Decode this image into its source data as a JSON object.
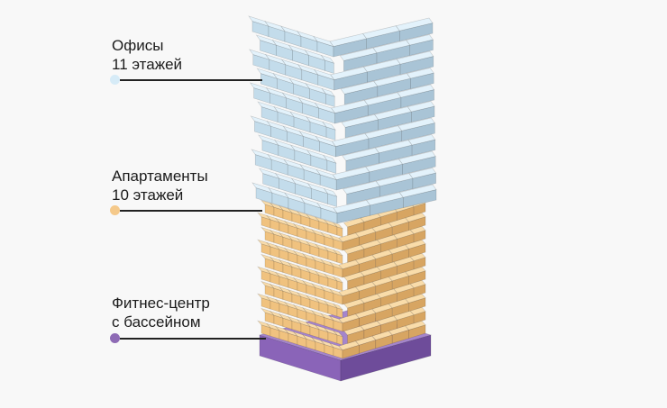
{
  "sections": [
    {
      "line1": "Офисы",
      "line2": "11 этажей",
      "color": "#d6ebf7",
      "floors": 11
    },
    {
      "line1": "Апартаменты",
      "line2": "10 этажей",
      "color": "#f5c98a",
      "floors": 10
    },
    {
      "line1": "Фитнес-центр",
      "line2": "с бассейном",
      "color": "#8e6bb5",
      "floors": 1
    }
  ],
  "colors": {
    "office_front": "#c3dceb",
    "office_side": "#a9c4d6",
    "office_top": "#e3f2fb",
    "apt_front": "#f0c27f",
    "apt_side": "#d7a562",
    "apt_top": "#f9dcaa",
    "base_front": "#8a64b8",
    "base_side": "#6e4c9a",
    "base_top": "#a585cc",
    "leader": "#222222"
  }
}
